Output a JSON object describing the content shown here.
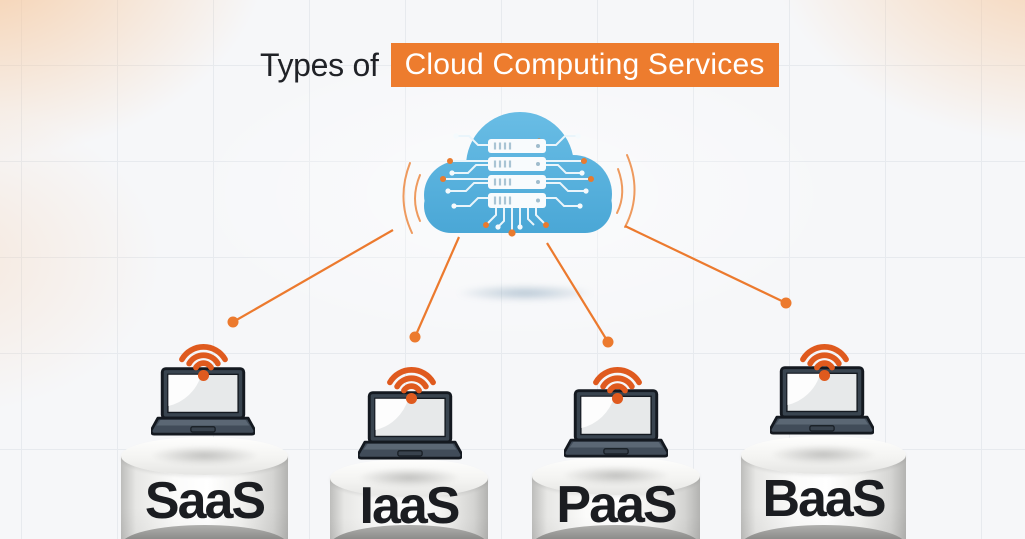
{
  "title": {
    "prefix": "Types of",
    "highlight": "Cloud Computing Services"
  },
  "services": [
    {
      "label": "SaaS"
    },
    {
      "label": "IaaS"
    },
    {
      "label": "PaaS"
    },
    {
      "label": "BaaS"
    }
  ],
  "icons": {
    "cloud": "cloud-server-icon",
    "wifi": "wifi-signal-icon",
    "device": "laptop-icon",
    "connector": "connector-line"
  },
  "colors": {
    "accent_orange": "#ED7C2E",
    "wifi_orange": "#DF5A1E",
    "connector_orange": "#EC7A2E",
    "cloud_blue": "#58B2DD",
    "server_white": "#F8FBFD",
    "label_text": "#1B1D21",
    "pedestal_light": "#FFFFFF",
    "background": "#F6F7F9",
    "corner_glow": "#F6C598"
  }
}
